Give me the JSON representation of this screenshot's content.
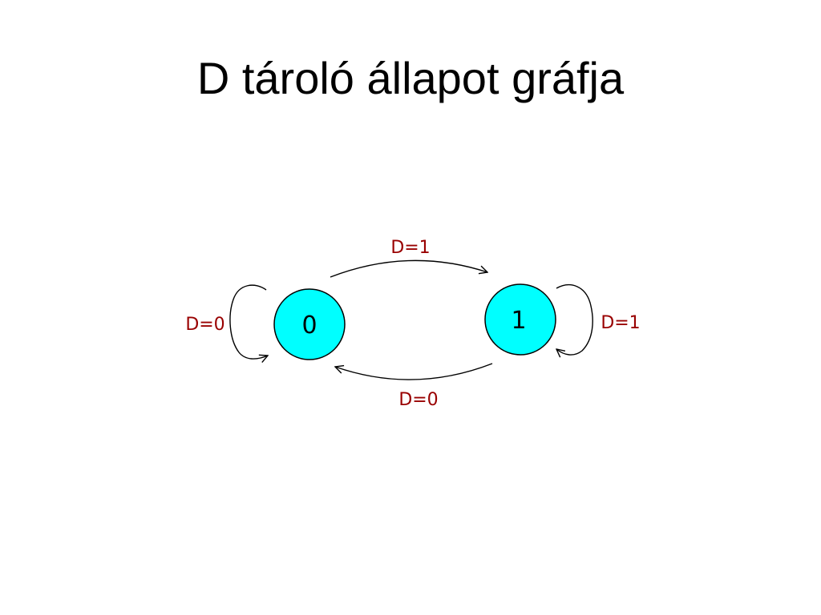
{
  "slide": {
    "title": "D tároló állapot gráfja"
  },
  "diagram": {
    "states": [
      {
        "id": "s0",
        "label": "0"
      },
      {
        "id": "s1",
        "label": "1"
      }
    ],
    "transitions": [
      {
        "from": "0",
        "to": "1",
        "label": "D=1"
      },
      {
        "from": "1",
        "to": "0",
        "label": "D=0"
      },
      {
        "from": "0",
        "to": "0",
        "label": "D=0"
      },
      {
        "from": "1",
        "to": "1",
        "label": "D=1"
      }
    ],
    "colors": {
      "state_fill": "#00ffff",
      "state_stroke": "#000000",
      "edge_stroke": "#000000",
      "label_color": "#990000"
    }
  }
}
